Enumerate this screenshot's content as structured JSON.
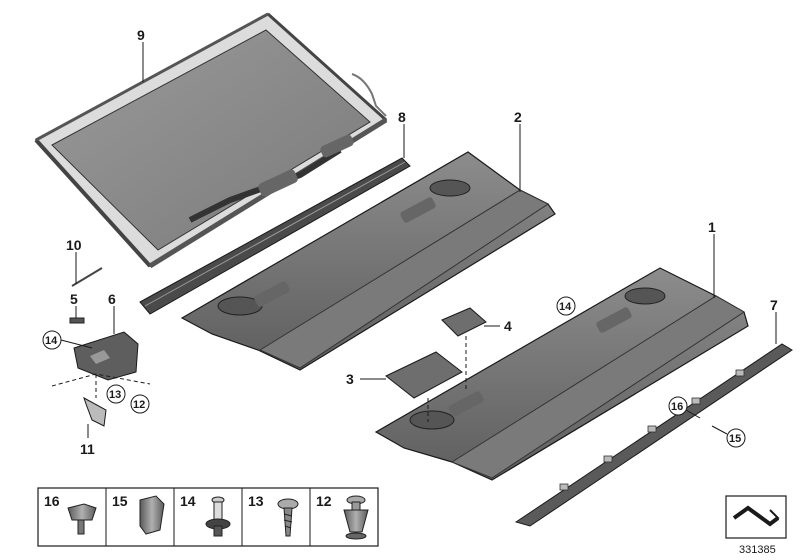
{
  "callouts": {
    "p1": "1",
    "p2": "2",
    "p3": "3",
    "p4": "4",
    "p5": "5",
    "p6": "6",
    "p7": "7",
    "p8": "8",
    "p9": "9",
    "p10": "10",
    "p11": "11",
    "c12": "12",
    "c13": "13",
    "c14a": "14",
    "c14b": "14",
    "c15": "15",
    "c16": "16"
  },
  "legend": {
    "items": [
      "16",
      "15",
      "14",
      "13",
      "12"
    ]
  },
  "doc_number": "331385",
  "colors": {
    "panel_dark": "#6b6b6b",
    "panel_mid": "#8a8a8a",
    "panel_light": "#a8a8a8",
    "outline": "#1a1a1a"
  }
}
